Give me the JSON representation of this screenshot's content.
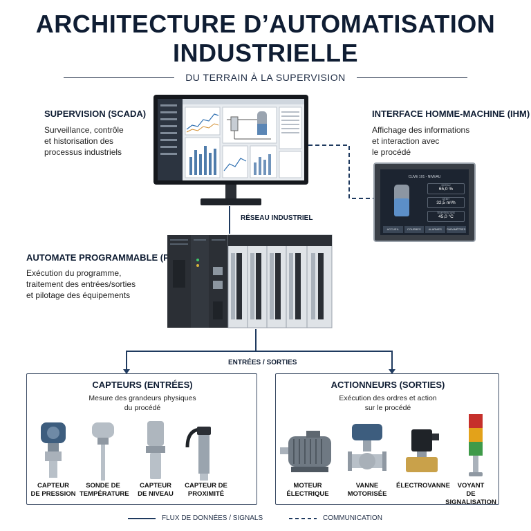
{
  "header": {
    "title_line1": "ARCHITECTURE D’AUTOMATISATION",
    "title_line2": "INDUSTRIELLE",
    "subtitle": "DU TERRAIN À LA SUPERVISION"
  },
  "scada": {
    "title": "SUPERVISION (SCADA)",
    "desc": [
      "Surveillance, contrôle",
      "et historisation des",
      "processus industriels"
    ]
  },
  "ihm": {
    "title": "INTERFACE HOMME-MACHINE (IHM)",
    "desc": [
      "Affichage des informations",
      "et interaction avec",
      "le procédé"
    ],
    "screen": {
      "header": "CUVE 101 - NIVEAU",
      "r1_label": "NIVEAU",
      "r1_value": "65,0 %",
      "r2_label": "DÉBIT",
      "r2_value": "32,5 m³/h",
      "r3_label": "TEMPÉRATURE",
      "r3_value": "45,0 °C",
      "buttons": [
        "ACCUEIL",
        "COURBES",
        "ALARMES",
        "PARAMÈTRES"
      ]
    }
  },
  "network_label": "RÉSEAU INDUSTRIEL",
  "plc": {
    "title": "AUTOMATE PROGRAMMABLE (PLC)",
    "desc": [
      "Exécution du programme,",
      "traitement des entrées/sorties",
      "et pilotage des équipements"
    ]
  },
  "io_label": "ENTRÉES / SORTIES",
  "sensors": {
    "title": "CAPTEURS (ENTRÉES)",
    "desc": [
      "Mesure des grandeurs physiques",
      "du procédé"
    ],
    "items": [
      {
        "l1": "CAPTEUR",
        "l2": "DE PRESSION"
      },
      {
        "l1": "SONDE DE",
        "l2": "TEMPÉRATURE"
      },
      {
        "l1": "CAPTEUR",
        "l2": "DE NIVEAU"
      },
      {
        "l1": "CAPTEUR DE",
        "l2": "PROXIMITÉ"
      }
    ]
  },
  "actuators": {
    "title": "ACTIONNEURS (SORTIES)",
    "desc": [
      "Exécution des ordres et action",
      "sur le procédé"
    ],
    "items": [
      {
        "l1": "MOTEUR",
        "l2": "ÉLECTRIQUE"
      },
      {
        "l1": "VANNE",
        "l2": "MOTORISÉE"
      },
      {
        "l1": "ÉLECTROVANNE",
        "l2": ""
      },
      {
        "l1": "VOYANT",
        "l2": "DE SIGNALISATION"
      }
    ]
  },
  "legend": {
    "solid": "FLUX DE DONNÉES / SIGNALS",
    "dashed": "COMMUNICATION"
  },
  "colors": {
    "navy": "#0f1d33",
    "line": "#1f3a5f",
    "device_dark": "#2b2f35",
    "screen_bg": "#1c2430"
  }
}
